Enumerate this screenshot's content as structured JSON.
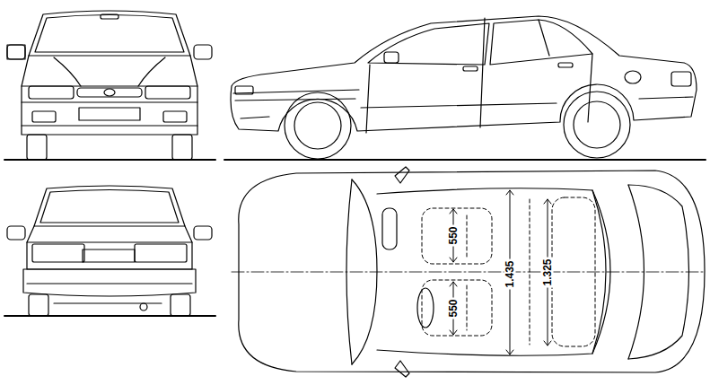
{
  "diagram": {
    "labels": [
      "550",
      "550",
      "1.435",
      "1.325"
    ]
  }
}
